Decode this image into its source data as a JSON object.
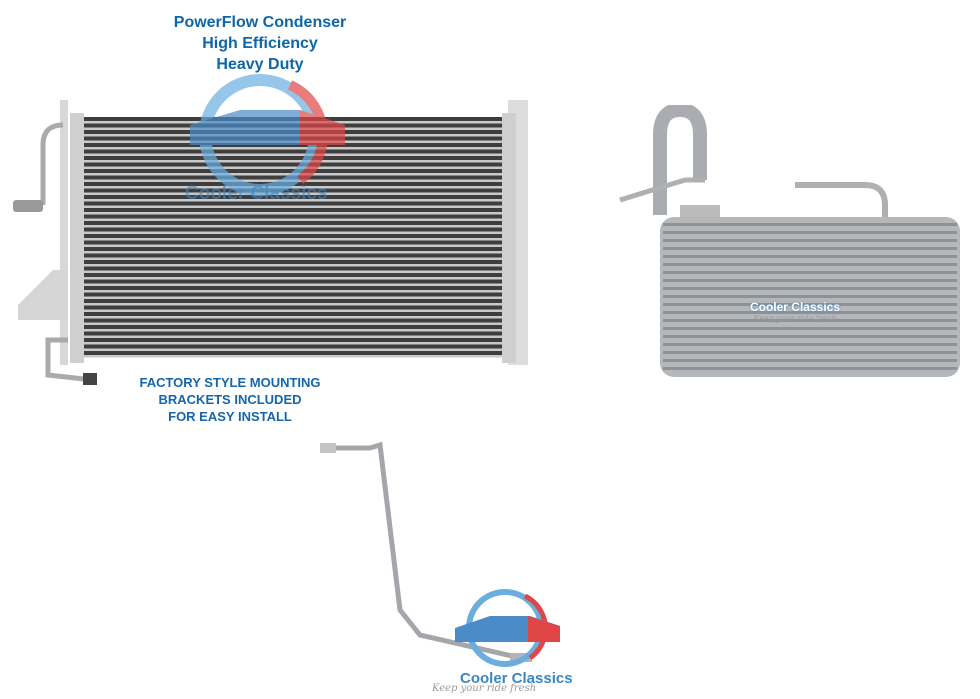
{
  "headline": {
    "line1": "PowerFlow Condenser",
    "line2": "High Efficiency",
    "line3": "Heavy Duty"
  },
  "caption": {
    "line1": "FACTORY STYLE MOUNTING",
    "line2": "BRACKETS INCLUDED",
    "line3": "FOR EASY INSTALL"
  },
  "brand": {
    "name": "Cooler Classics",
    "tagline": "Keep your ride fresh"
  },
  "colors": {
    "text_blue": "#0f66a6",
    "logo_blue": "#3b86c4",
    "logo_red": "#e04646",
    "metal": "#b8bcc0"
  },
  "products": [
    "condenser",
    "evaporator",
    "liquid-line-pipe"
  ]
}
